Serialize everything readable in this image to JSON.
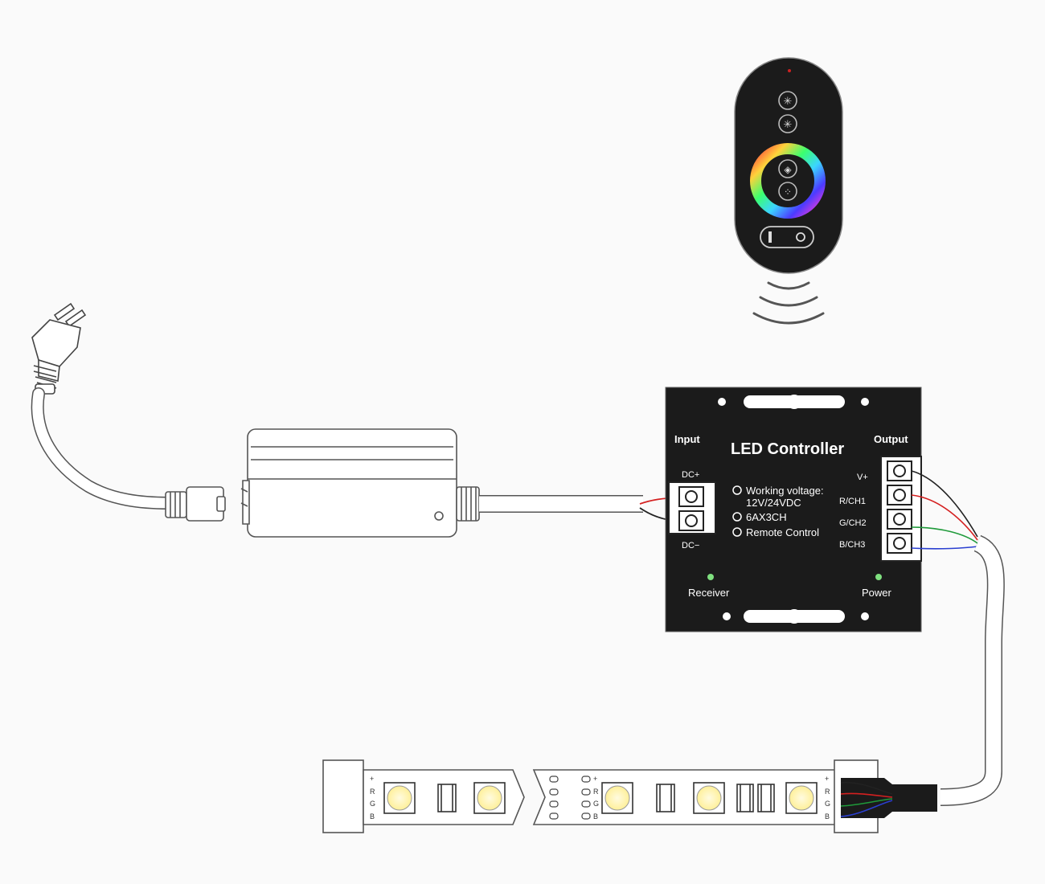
{
  "controller": {
    "title": "LED Controller",
    "input_label": "Input",
    "output_label": "Output",
    "dc_plus": "DC+",
    "dc_minus": "DC−",
    "out_v": "V+",
    "out_r": "R/CH1",
    "out_g": "G/CH2",
    "out_b": "B/CH3",
    "spec_voltage_1": "Working voltage:",
    "spec_voltage_2": "12V/24VDC",
    "spec_current": "6AX3CH",
    "spec_remote": "Remote Control",
    "receiver_label": "Receiver",
    "power_label": "Power"
  },
  "strip": {
    "pad_plus": "+",
    "pad_r": "R",
    "pad_g": "G",
    "pad_b": "B"
  },
  "colors": {
    "device_body": "#1b1b1b",
    "led_yellow": "#fff2a0",
    "wire_red": "#d42020",
    "wire_green": "#1f9a3a",
    "wire_blue": "#2a3fd0",
    "indicator_green": "#7fe07f"
  },
  "icons": {
    "remote_buttons": [
      "brightness-up-icon",
      "brightness-down-icon",
      "mode-icon",
      "speed-icon"
    ],
    "remote_switch": "power-switch-icon",
    "signal": "wireless-signal-icon"
  }
}
